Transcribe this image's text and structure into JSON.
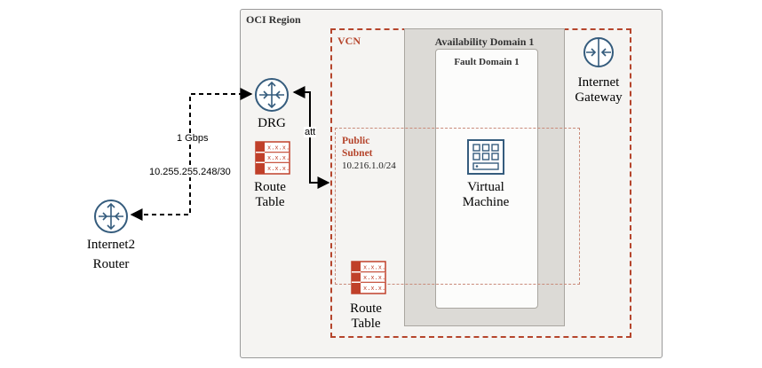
{
  "region": {
    "label": "OCI Region"
  },
  "vcn": {
    "label": "VCN"
  },
  "availability_domain": {
    "label": "Availability Domain 1"
  },
  "fault_domain": {
    "label": "Fault Domain 1"
  },
  "subnet": {
    "label_line1": "Public",
    "label_line2": "Subnet",
    "cidr": "10.216.1.0/24"
  },
  "drg": {
    "label": "DRG"
  },
  "drg_route_table": {
    "line1": "Route",
    "line2": "Table"
  },
  "subnet_route_table": {
    "line1": "Route",
    "line2": "Table"
  },
  "internet_gateway": {
    "line1": "Internet",
    "line2": "Gateway"
  },
  "virtual_machine": {
    "line1": "Virtual",
    "line2": "Machine"
  },
  "router": {
    "line1": "Internet2",
    "line2": "Router"
  },
  "link": {
    "bandwidth": "1 Gbps",
    "address": "10.255.255.248/30"
  },
  "attachment": {
    "label": "att"
  },
  "route_table_cell": "x.x.x.",
  "colors": {
    "oci_red": "#b5452c",
    "icon_blue": "#355c7d"
  }
}
